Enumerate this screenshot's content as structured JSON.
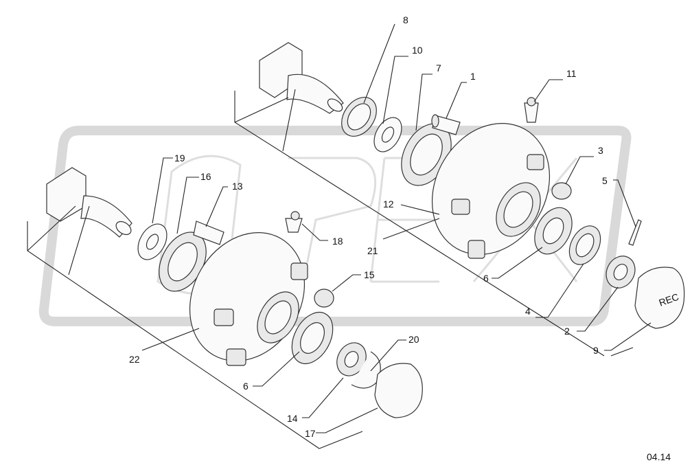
{
  "page_number": "04.14",
  "watermark": {
    "text": "OREX",
    "color": "#d9d9d9"
  },
  "callouts": [
    {
      "id": "c8",
      "text": "8"
    },
    {
      "id": "c10",
      "text": "10"
    },
    {
      "id": "c7",
      "text": "7"
    },
    {
      "id": "c1",
      "text": "1"
    },
    {
      "id": "c11",
      "text": "11"
    },
    {
      "id": "c3",
      "text": "3"
    },
    {
      "id": "c5",
      "text": "5"
    },
    {
      "id": "c12",
      "text": "12"
    },
    {
      "id": "c21",
      "text": "21"
    },
    {
      "id": "c6a",
      "text": "6"
    },
    {
      "id": "c4",
      "text": "4"
    },
    {
      "id": "c2",
      "text": "2"
    },
    {
      "id": "c9",
      "text": "9"
    },
    {
      "id": "c19",
      "text": "19"
    },
    {
      "id": "c16",
      "text": "16"
    },
    {
      "id": "c13",
      "text": "13"
    },
    {
      "id": "c18",
      "text": "18"
    },
    {
      "id": "c15",
      "text": "15"
    },
    {
      "id": "c20",
      "text": "20"
    },
    {
      "id": "c22",
      "text": "22"
    },
    {
      "id": "c6b",
      "text": "6"
    },
    {
      "id": "c14",
      "text": "14"
    },
    {
      "id": "c17",
      "text": "17"
    }
  ],
  "cap_marking": "REC"
}
